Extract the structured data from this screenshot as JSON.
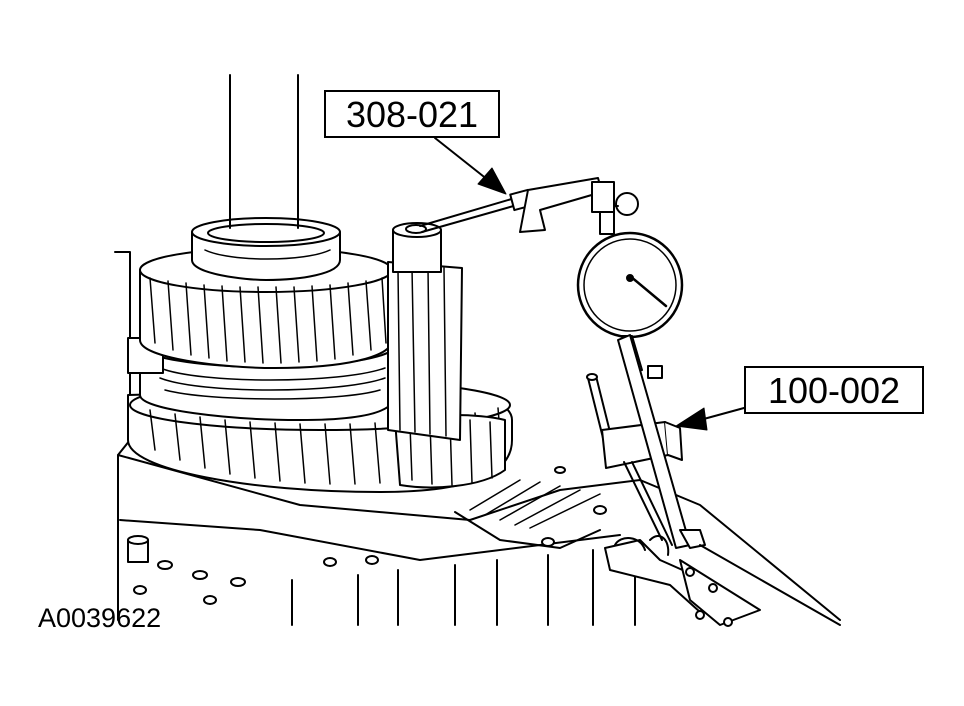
{
  "callouts": {
    "tool_1": "308-021",
    "tool_2": "100-002"
  },
  "figure_id": "A0039622",
  "colors": {
    "line": "#000000",
    "background": "#ffffff"
  }
}
